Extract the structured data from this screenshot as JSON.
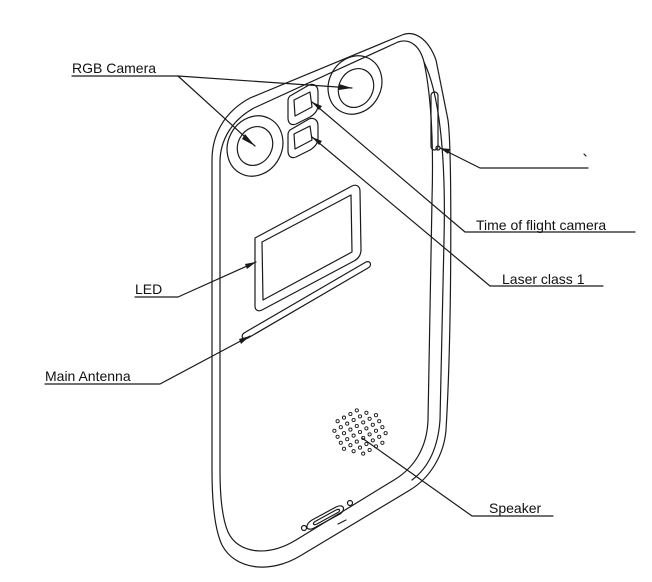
{
  "labels": {
    "rgb_camera": "RGB Camera",
    "time_of_flight": "Time of flight camera",
    "laser": "Laser class 1",
    "led": "LED",
    "main_antenna": "Main Antenna",
    "speaker": "Speaker"
  },
  "colors": {
    "line": "#1a1a1a",
    "background": "#ffffff"
  }
}
